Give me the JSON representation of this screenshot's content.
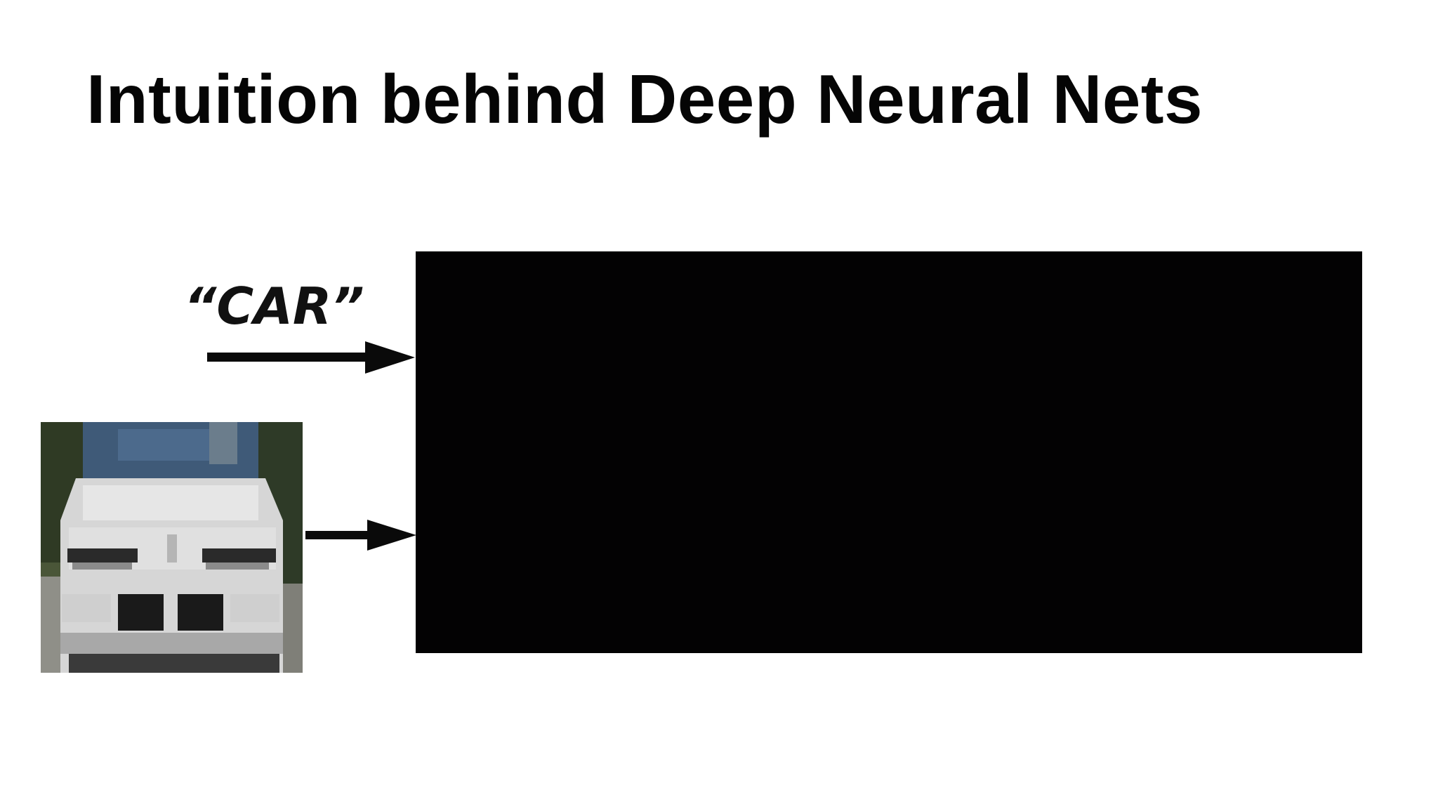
{
  "slide": {
    "title": "Intuition behind Deep Neural Nets"
  },
  "diagram": {
    "label_text": "“CAR”",
    "car_image": {
      "icon": "car-front-photo-pixelated",
      "description_colors": {
        "windshield": "#3f5a78",
        "body": "#d9d9d9",
        "background": "#3c4a2c"
      }
    },
    "black_box": {
      "color": "#030203"
    }
  }
}
